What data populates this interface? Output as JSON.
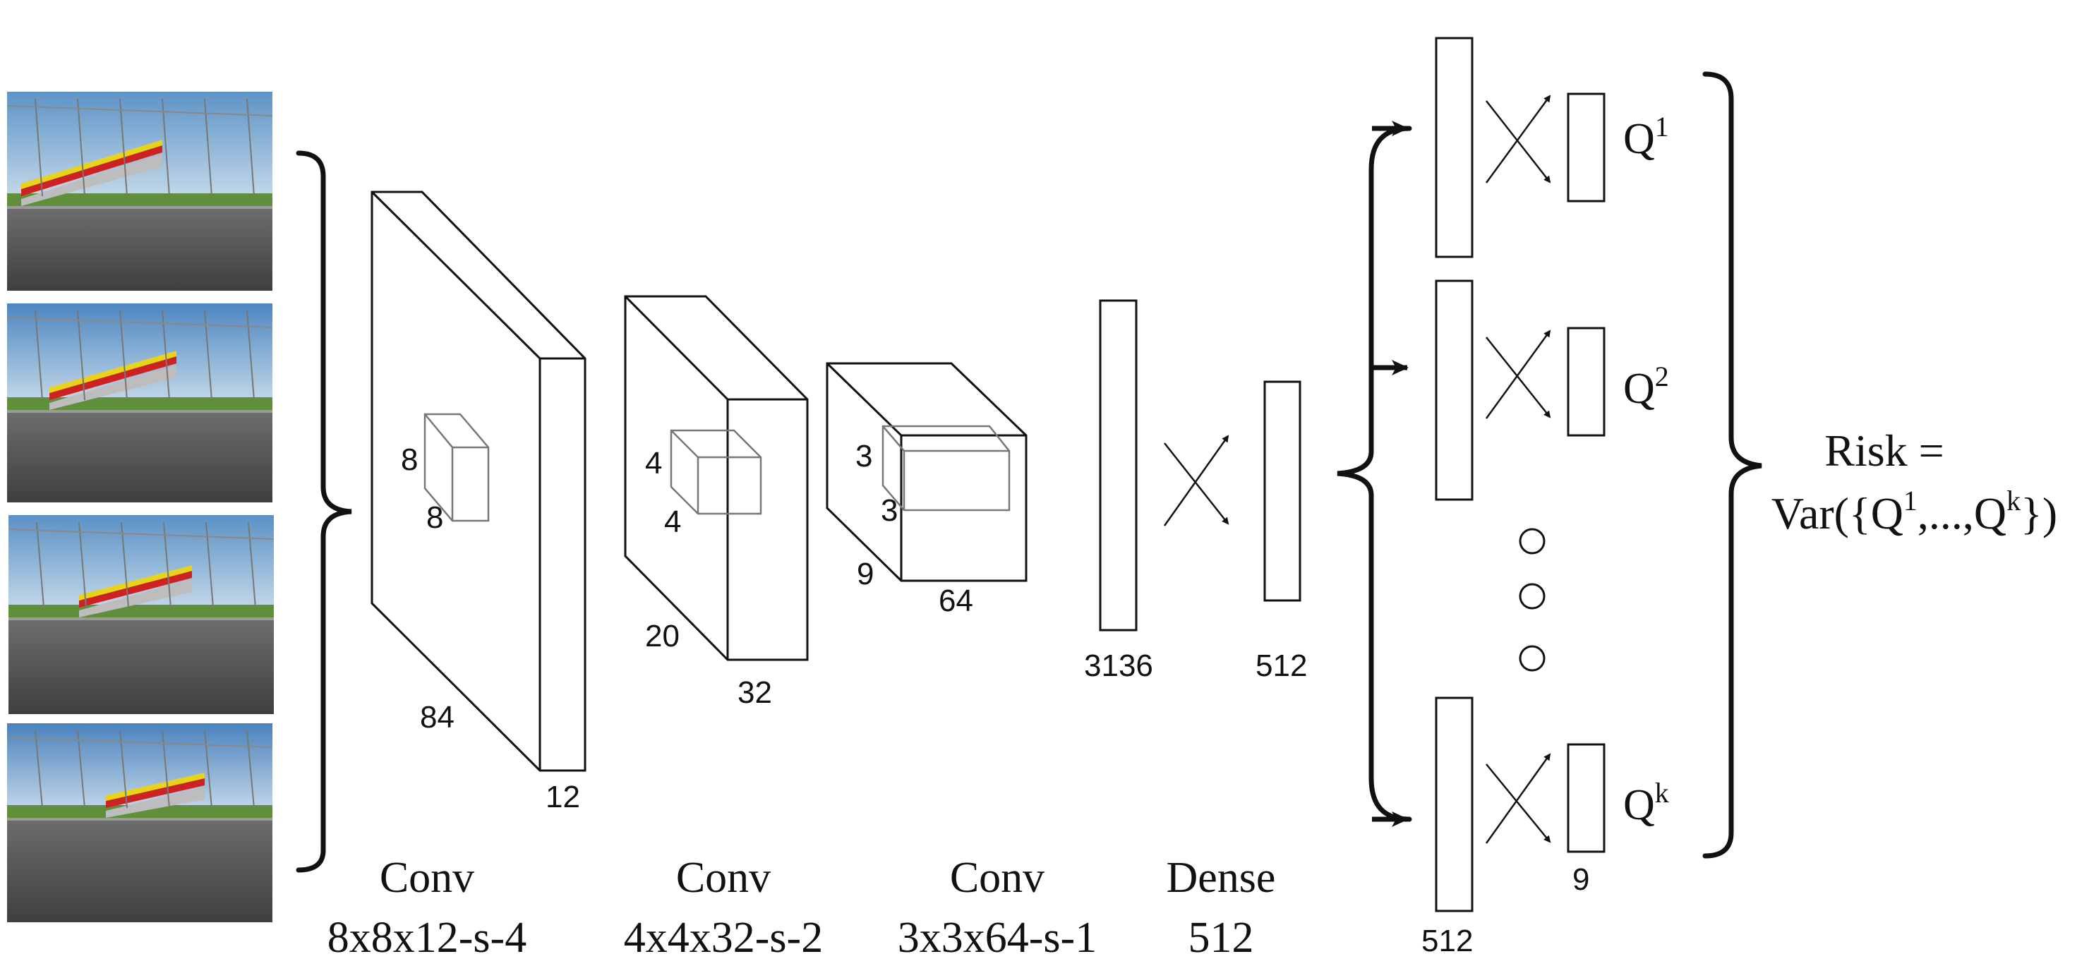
{
  "frames": [
    {
      "label": "input-frame-1",
      "sky": "#5d93c6",
      "horizon_y": 0.56
    },
    {
      "label": "input-frame-2",
      "sky": "#4d86c0",
      "horizon_y": 0.52
    },
    {
      "label": "input-frame-3",
      "sky": "#5b91c5",
      "horizon_y": 0.5
    },
    {
      "label": "input-frame-4",
      "sky": "#4a82bd",
      "horizon_y": 0.46
    }
  ],
  "conv1": {
    "kernel_h": "8",
    "kernel_w": "8",
    "size": "84",
    "depth": "12",
    "caption_top": "Conv",
    "caption_bottom": "8x8x12-s-4"
  },
  "conv2": {
    "kernel_h": "4",
    "kernel_w": "4",
    "size": "20",
    "depth": "32",
    "caption_top": "Conv",
    "caption_bottom": "4x4x32-s-2"
  },
  "conv3": {
    "kernel_h": "3",
    "kernel_w": "3",
    "size": "9",
    "depth": "64",
    "caption_top": "Conv",
    "caption_bottom": "3x3x64-s-1"
  },
  "flatten": {
    "size": "3136"
  },
  "dense": {
    "size": "512",
    "caption_top": "Dense",
    "caption_bottom": "512"
  },
  "heads": {
    "hidden_size": "512",
    "output_size": "9",
    "ellipsis": "○ ○ ○",
    "q_labels": [
      {
        "base": "Q",
        "sup": "1"
      },
      {
        "base": "Q",
        "sup": "2"
      },
      {
        "base": "Q",
        "sup": "k"
      }
    ]
  },
  "risk": {
    "line1": "Risk =",
    "line2_prefix": "Var({Q",
    "sup1": "1",
    "middle": ",...,Q",
    "supk": "k",
    "suffix": "})"
  },
  "colors": {
    "stroke": "#111111",
    "kernel": "#777777",
    "track": "#5a5a5a",
    "grass": "#5f8f3a",
    "banner_red": "#cc2222",
    "banner_yellow": "#e8d21a"
  }
}
